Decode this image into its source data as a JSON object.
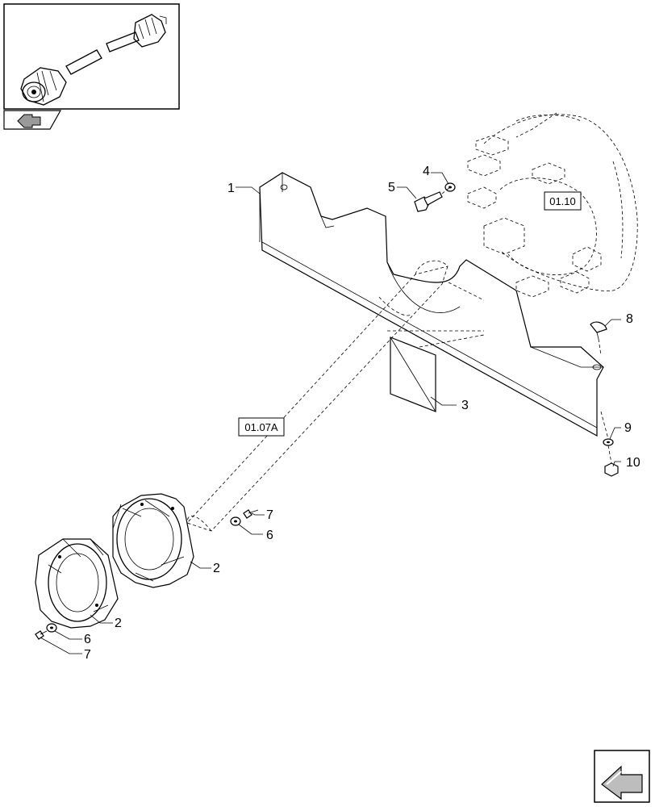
{
  "reference_boxes": {
    "ref_0110": "01.10",
    "ref_0107a": "01.07A"
  },
  "callouts": {
    "c1": "1",
    "c2a": "2",
    "c2b": "2",
    "c3": "3",
    "c4": "4",
    "c5": "5",
    "c6a": "6",
    "c6b": "6",
    "c7a": "7",
    "c7b": "7",
    "c8": "8",
    "c9": "9",
    "c10": "10"
  },
  "icons": {
    "thumbnail": "driveshaft-thumbnail-icon",
    "prev_page": "prev-page-arrow-icon",
    "next_page": "next-page-arrow-icon"
  },
  "colors": {
    "line": "#000000",
    "background": "#ffffff",
    "nav_fill": "#c8c8c8"
  }
}
